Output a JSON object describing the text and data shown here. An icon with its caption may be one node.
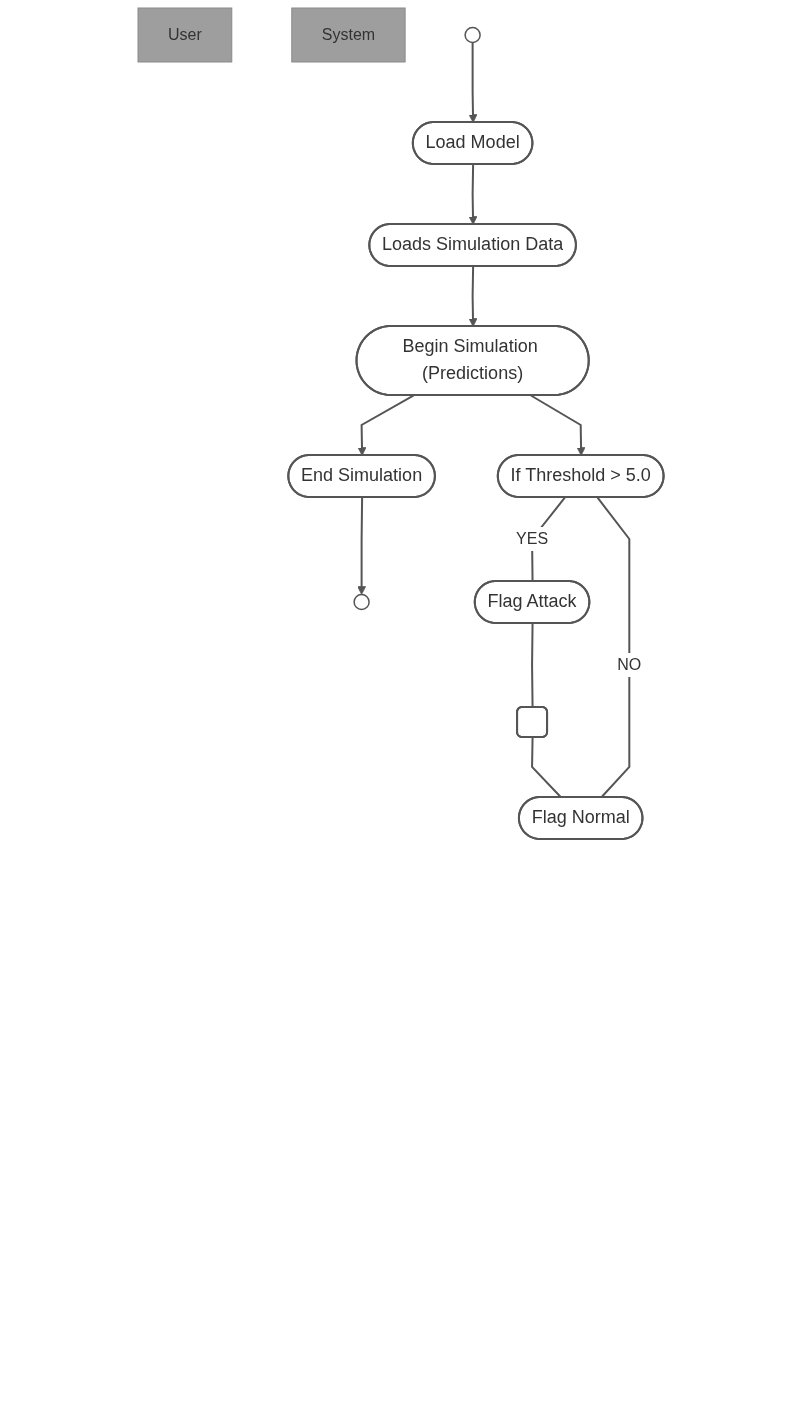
{
  "diagram": {
    "nodes": [
      {
        "text": [
          "User"
        ]
      },
      {
        "text": [
          "System"
        ]
      },
      {
        "text": [],
        "shape": "circle"
      },
      {
        "text": [
          "Load Model"
        ]
      },
      {
        "text": [
          "Loads Simulation Data"
        ]
      },
      {
        "text": [
          "Begin Simulation (Predictions)"
        ]
      },
      {
        "text": [
          "Flag Attack"
        ]
      },
      {
        "text": [
          "If Threshold > 5.0"
        ]
      },
      {
        "text": [],
        "shape": "box"
      },
      {
        "text": [
          "Flag Normal"
        ]
      },
      {
        "text": [
          "End Simulation"
        ]
      },
      {
        "text": [],
        "shape": "circle"
      }
    ],
    "edges": [
      {
        "from": 2,
        "to": 3,
        "arrow": "to"
      },
      {
        "from": 3,
        "to": 4,
        "arrow": "to"
      },
      {
        "from": 4,
        "to": 5,
        "arrow": "to"
      },
      {
        "from": 5,
        "to": 10,
        "arrow": "to"
      },
      {
        "from": 5,
        "to": 7,
        "arrow": "to"
      },
      {
        "from": 7,
        "to": 6,
        "arrow": "none",
        "label": "YES"
      },
      {
        "from": 7,
        "to": 9,
        "arrow": "none",
        "label": "NO"
      },
      {
        "from": 6,
        "to": 8,
        "arrow": "none"
      },
      {
        "from": 8,
        "to": 9,
        "arrow": "none"
      },
      {
        "from": 10,
        "to": 11,
        "arrow": "to"
      }
    ]
  }
}
